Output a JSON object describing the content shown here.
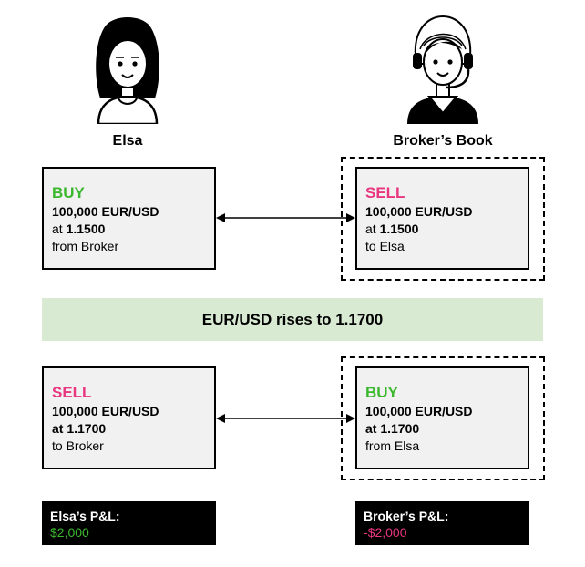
{
  "colors": {
    "buy": "#3cb82f",
    "sell": "#e8367f",
    "banner_bg": "#d9ead3",
    "box_bg": "#f1f1f1"
  },
  "icons": {
    "elsa": "woman-avatar-icon",
    "broker": "headset-agent-avatar-icon",
    "arrows": "double-headed-arrow-icon"
  },
  "elsa": {
    "name": "Elsa"
  },
  "broker": {
    "name": "Broker’s Book"
  },
  "trade1": {
    "elsa": {
      "action": "BUY",
      "qty": "100,000 EUR/USD",
      "at": "at",
      "price": "1.1500",
      "cpty": "from Broker"
    },
    "broker": {
      "action": "SELL",
      "qty": "100,000 EUR/USD",
      "at": "at",
      "price": "1.1500",
      "cpty": "to Elsa"
    }
  },
  "banner": {
    "text": "EUR/USD rises to 1.1700"
  },
  "trade2": {
    "elsa": {
      "action": "SELL",
      "qty": "100,000 EUR/USD",
      "at": "at",
      "price": "1.1700",
      "cpty": "to Broker"
    },
    "broker": {
      "action": "BUY",
      "qty": "100,000 EUR/USD",
      "at": "at",
      "price": "1.1700",
      "cpty": "from Elsa"
    }
  },
  "pnl": {
    "elsa": {
      "title": "Elsa’s P&L:",
      "value": "$2,000"
    },
    "broker": {
      "title": "Broker’s P&L:",
      "value": "-$2,000"
    }
  }
}
